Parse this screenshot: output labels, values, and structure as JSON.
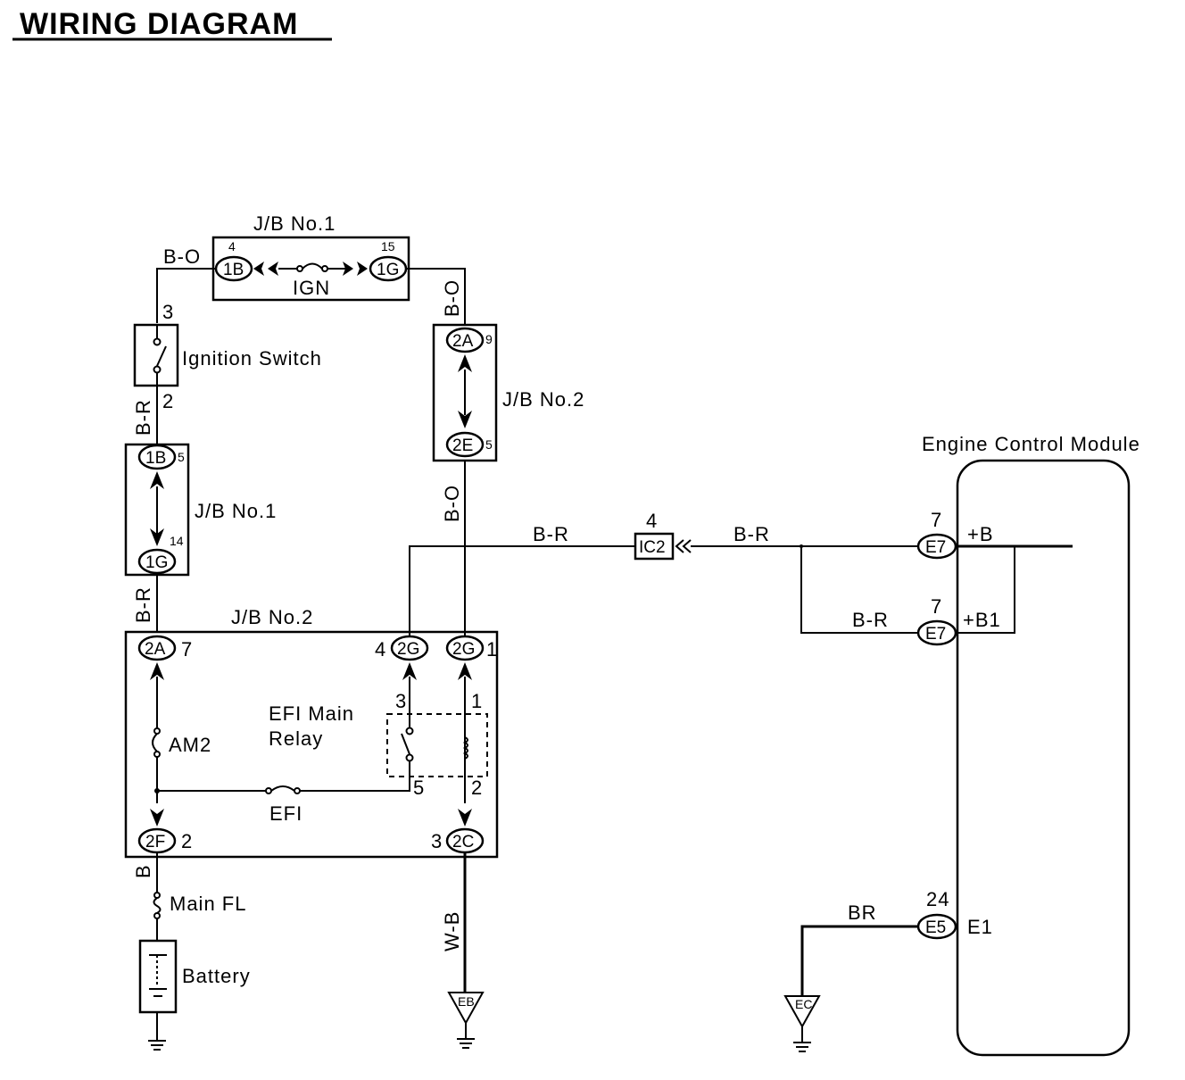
{
  "title": "WIRING DIAGRAM",
  "labels": {
    "jb1_top": "J/B No.1",
    "jb1_side": "J/B No.1",
    "jb2_side": "J/B No.2",
    "jb2_bottom": "J/B No.2",
    "ecm": "Engine Control Module",
    "ign": "IGN",
    "ignition_switch": "Ignition Switch",
    "efi_main_relay_1": "EFI Main",
    "efi_main_relay_2": "Relay",
    "am2": "AM2",
    "efi": "EFI",
    "main_fl": "Main FL",
    "battery": "Battery",
    "plus_b": "+B",
    "plus_b1": "+B1",
    "e1": "E1"
  },
  "wires": {
    "bo_top": "B-O",
    "bo_right1": "B-O",
    "bo_right2": "B-O",
    "br_left1": "B-R",
    "br_left2": "B-R",
    "br_mid": "B-R",
    "br_right": "B-R",
    "br_b1": "B-R",
    "b_bottom": "B",
    "wb": "W-B",
    "br_ground": "BR"
  },
  "connectors": {
    "c1b_top": "1B",
    "c1g_top": "1G",
    "c2a_top": "2A",
    "c2e": "2E",
    "c1b_side": "1B",
    "c1g_side": "1G",
    "c2a_bot": "2A",
    "c2g_4": "2G",
    "c2g_1": "2G",
    "c2f": "2F",
    "c2c": "2C",
    "ic2": "IC2",
    "e7_b": "E7",
    "e7_b1": "E7",
    "e5": "E5"
  },
  "pins": {
    "p1b_top": "4",
    "p1g_top": "15",
    "p2a_top": "9",
    "p2e": "5",
    "sw_top": "3",
    "sw_bot": "2",
    "p1b_side": "5",
    "p1g_side": "14",
    "p2a_bot": "7",
    "p2g_4": "4",
    "p2g_1": "1",
    "relay_3": "3",
    "relay_1": "1",
    "relay_5": "5",
    "relay_2": "2",
    "p2f": "2",
    "p2c": "3",
    "ic2_pin": "4",
    "e7_b_pin": "7",
    "e7_b1_pin": "7",
    "e5_pin": "24"
  },
  "grounds": {
    "eb": "EB",
    "ec": "EC"
  }
}
